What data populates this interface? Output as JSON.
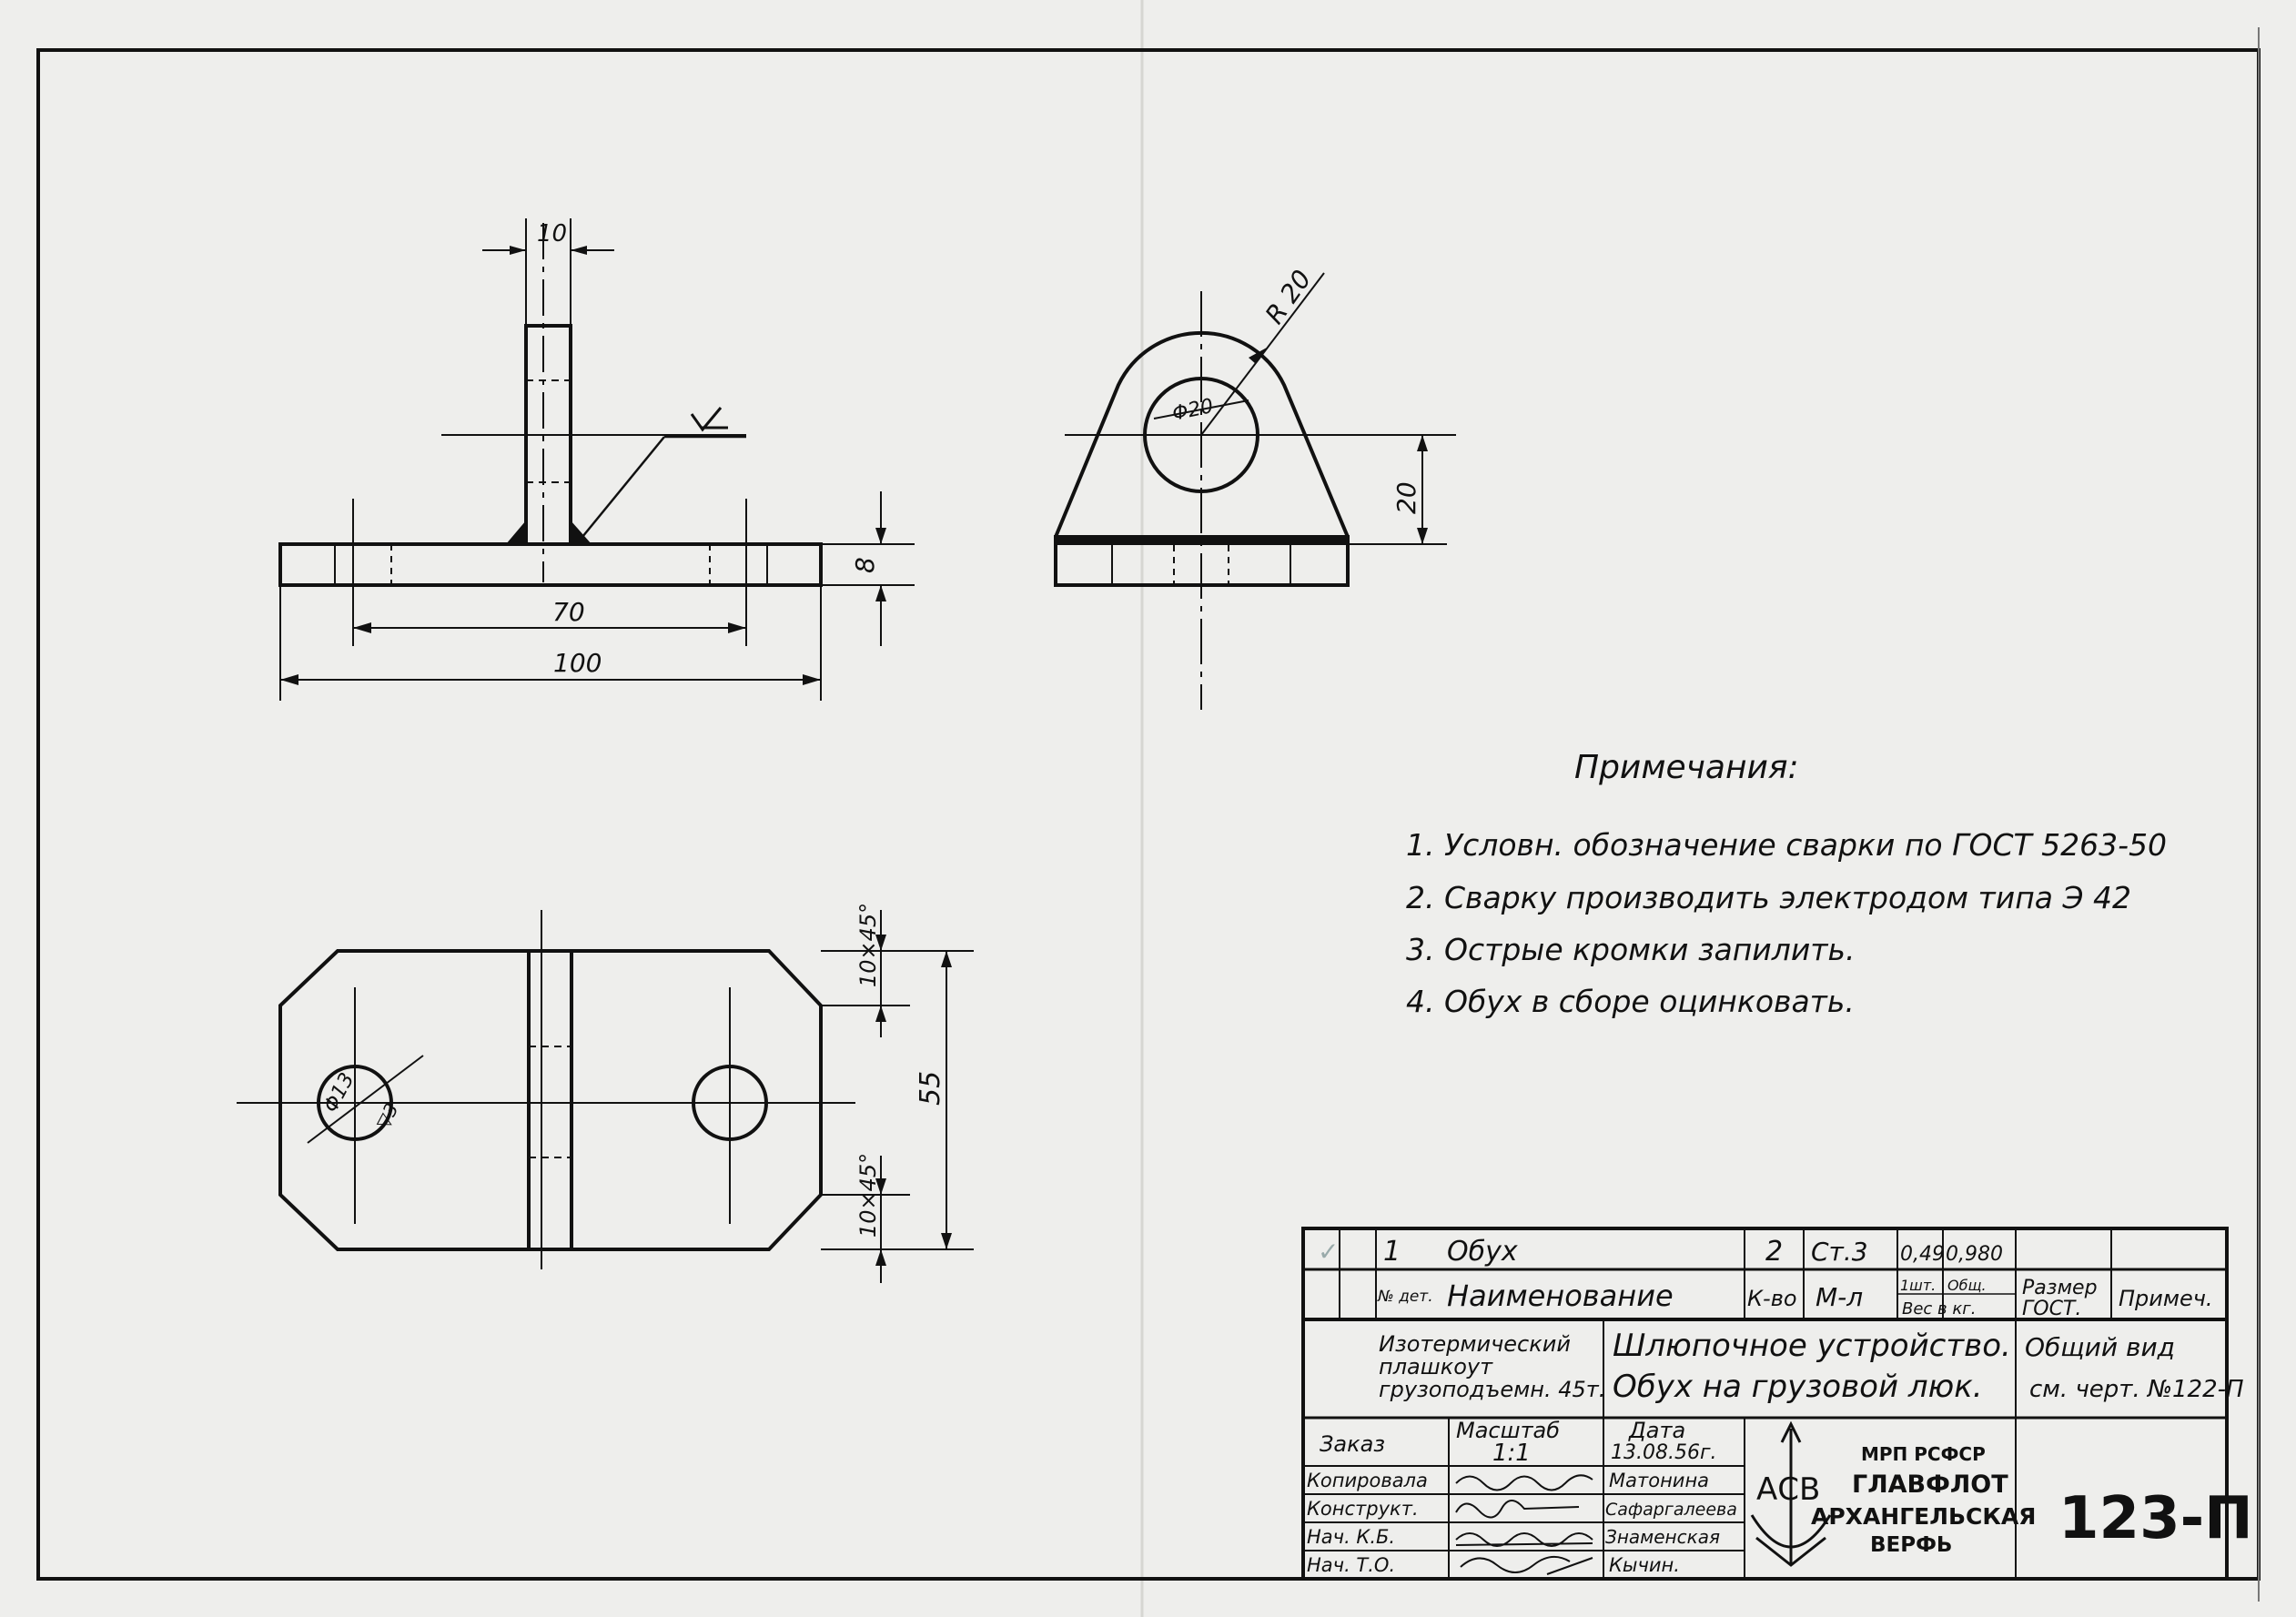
{
  "views": {
    "front": {
      "dim_rib_thickness": "10",
      "dim_hole_spacing": "70",
      "dim_plate_length": "100",
      "dim_plate_thickness": "8"
    },
    "side": {
      "dim_radius": "R 20",
      "dim_hole_diameter": "Φ20",
      "dim_hole_height": "20"
    },
    "plan": {
      "dim_hole_diameter": "Φ13",
      "dim_countersink": "▽3",
      "dim_chamfer_top": "10×45°",
      "dim_chamfer_bottom": "10×45°",
      "dim_width": "55"
    }
  },
  "notes": {
    "title": "Примечания:",
    "items": [
      "1. Условн. обозначение сварки по ГОСТ 5263-50",
      "2. Сварку производить электродом типа Э 42",
      "3. Острые кромки запилить.",
      "4. Обух в сборе оцинковать."
    ]
  },
  "title_block": {
    "part_check": "✓",
    "part_no": "1",
    "part_name": "Обух",
    "part_qty": "2",
    "part_material": "Ст.3",
    "part_weight_single": "0,49",
    "part_weight_total": "0,980",
    "hdr_det_no": "№ дет.",
    "hdr_name": "Наименование",
    "hdr_qty": "К-во",
    "hdr_material": "М-л",
    "hdr_weight_single": "1шт.",
    "hdr_weight_total": "Общ.",
    "hdr_weight": "Вес в кг.",
    "hdr_size_1": "Размер",
    "hdr_size_2": "ГОСТ.",
    "hdr_remark": "Примеч.",
    "vessel_1": "Изотермический",
    "vessel_2": "плашкоут",
    "vessel_3": "грузоподъемн. 45т.",
    "title_1": "Шлюпочное устройство.",
    "title_2": "Обух на грузовой люк.",
    "ref_1": "Общий вид",
    "ref_2": "см. черт. №122-П",
    "order_label": "Заказ",
    "scale_label": "Масштаб",
    "scale_value": "1:1",
    "date_label": "Дата",
    "date_value": "13.08.56г.",
    "roles": [
      {
        "role": "Копировала",
        "name": "Матонина"
      },
      {
        "role": "Конструкт.",
        "name": "Сафаргалеева"
      },
      {
        "role": "Нач. К.Б.",
        "name": "Знаменская"
      },
      {
        "role": "Нач. Т.О.",
        "name": "Кычин."
      }
    ],
    "org_1": "МРП РСФСР",
    "org_2": "ГЛАВФЛОТ",
    "org_3": "АРХАНГЕЛЬСКАЯ",
    "org_4": "ВЕРФЬ",
    "logo_text": "АСВ",
    "drawing_no": "123-П"
  }
}
